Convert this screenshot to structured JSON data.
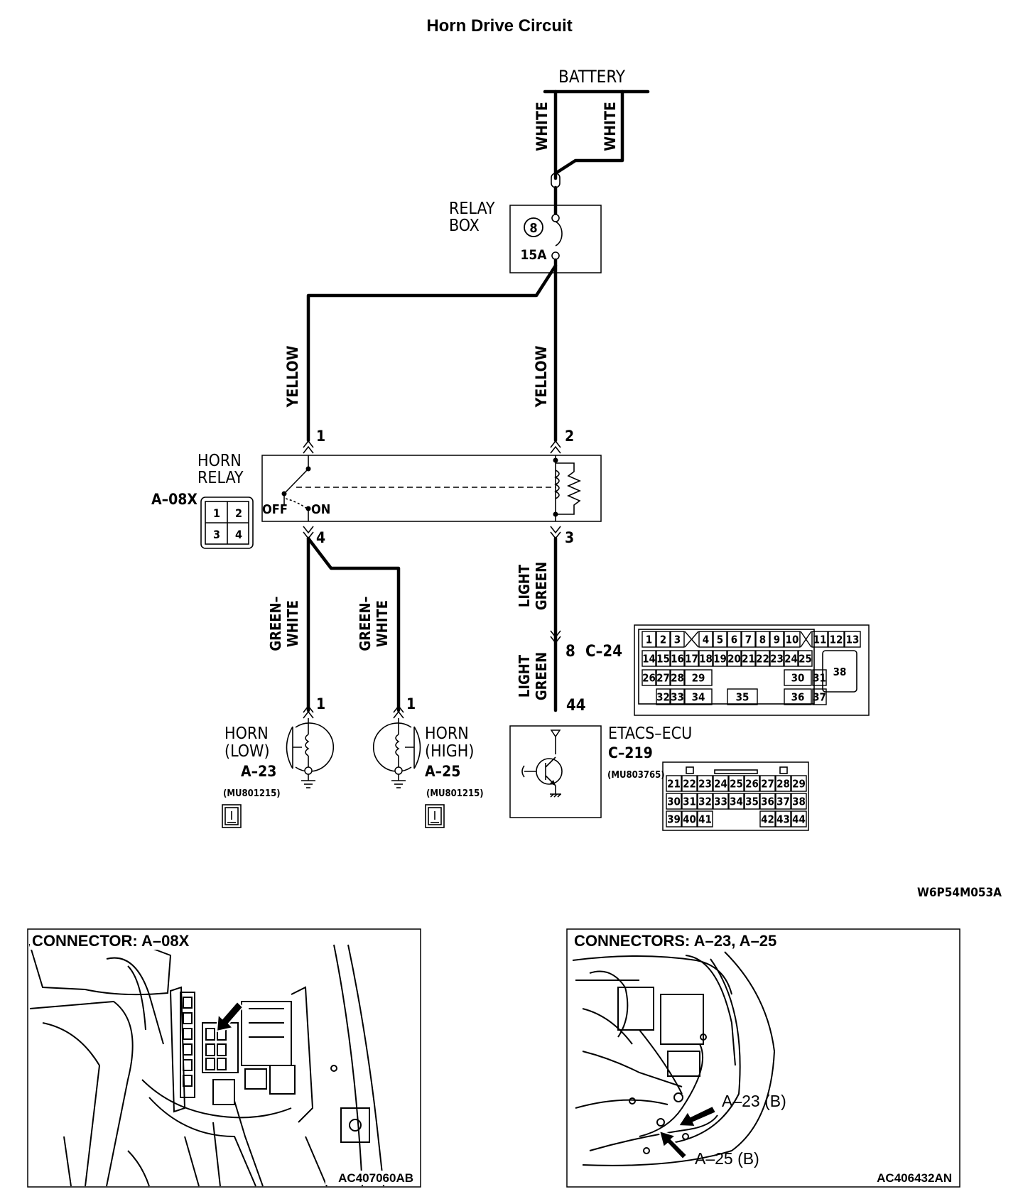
{
  "title": "Horn Drive Circuit",
  "battery": "BATTERY",
  "relay_box": {
    "line1": "RELAY",
    "line2": "BOX",
    "fuse_number": "8",
    "fuse_rating": "15A"
  },
  "wire_colors": {
    "white": "WHITE",
    "yellow": "YELLOW",
    "light": "LIGHT",
    "green": "GREEN",
    "green_dash": "GREEN–",
    "white_color": "WHITE"
  },
  "horn_relay": {
    "line1": "HORN",
    "line2": "RELAY",
    "connector": "A–08X",
    "off": "OFF",
    "on": "ON",
    "pins": {
      "p1": "1",
      "p2": "2",
      "p3": "3",
      "p4": "4"
    },
    "connector_face": [
      "1",
      "2",
      "3",
      "4"
    ]
  },
  "c24": {
    "connector": "C–24",
    "pin": "8",
    "row1": [
      "1",
      "2",
      "3",
      "4",
      "5",
      "6",
      "7",
      "8",
      "9",
      "10",
      "11",
      "12",
      "13"
    ],
    "row2": [
      "14",
      "15",
      "16",
      "17",
      "18",
      "19",
      "20",
      "21",
      "22",
      "23",
      "24",
      "25"
    ],
    "row3": [
      "26",
      "27",
      "28",
      "29",
      "30",
      "31",
      "38"
    ],
    "row4": [
      "32",
      "33",
      "34",
      "35",
      "36",
      "37"
    ]
  },
  "horn_low": {
    "line1": "HORN",
    "line2": "(LOW)",
    "connector": "A–23",
    "part": "(MU801215)",
    "pin": "1"
  },
  "horn_high": {
    "line1": "HORN",
    "line2": "(HIGH)",
    "connector": "A–25",
    "part": "(MU801215)",
    "pin": "1"
  },
  "ecu": {
    "name": "ETACS–ECU",
    "connector": "C–219",
    "part": "(MU803765)",
    "pin": "44",
    "row1": [
      "21",
      "22",
      "23",
      "24",
      "25",
      "26",
      "27",
      "28",
      "29"
    ],
    "row2": [
      "30",
      "31",
      "32",
      "33",
      "34",
      "35",
      "36",
      "37",
      "38"
    ],
    "row3": [
      "39",
      "40",
      "41",
      "42",
      "43",
      "44"
    ]
  },
  "diagram_code": "W6P54M053A",
  "photo_left": {
    "caption": "CONNECTOR: A–08X",
    "code": "AC407060AB"
  },
  "photo_right": {
    "caption": "CONNECTORS: A–23, A–25",
    "label_a23": "A–23 (B)",
    "label_a25": "A–25 (B)",
    "code": "AC406432AN"
  }
}
